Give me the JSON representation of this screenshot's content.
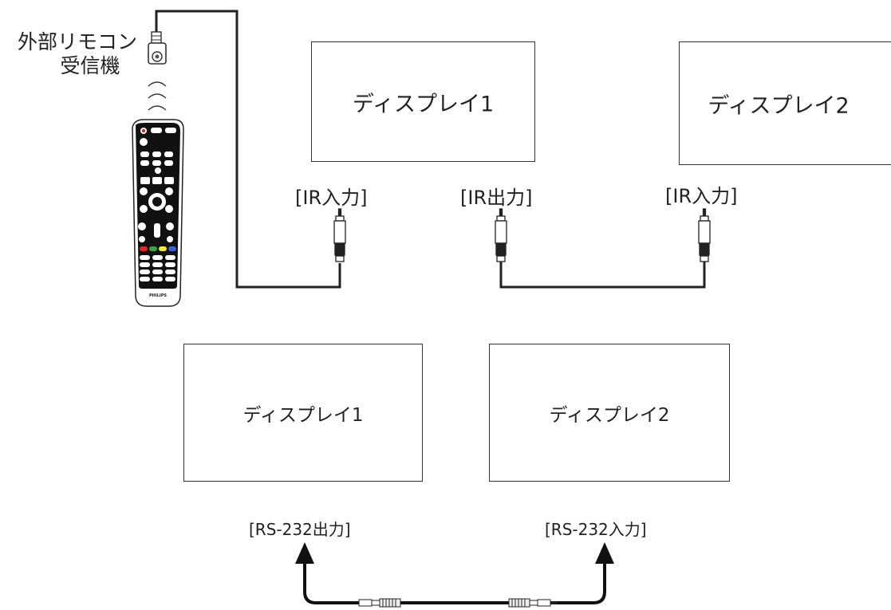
{
  "receiver": {
    "label_line1": "外部リモコン",
    "label_line2": "受信機"
  },
  "remote": {
    "brand": "PHILIPS"
  },
  "ir_setup": {
    "display1": "ディスプレイ1",
    "display2": "ディスプレイ2",
    "ir_in_1": "[IR入力]",
    "ir_out_1": "[IR出力]",
    "ir_in_2": "[IR入力]"
  },
  "rs232_setup": {
    "display1": "ディスプレイ1",
    "display2": "ディスプレイ2",
    "rs232_out": "[RS-232出力]",
    "rs232_in": "[RS-232入力]"
  },
  "colors": {
    "line": "#222222",
    "border": "#333333",
    "background": "#ffffff"
  }
}
